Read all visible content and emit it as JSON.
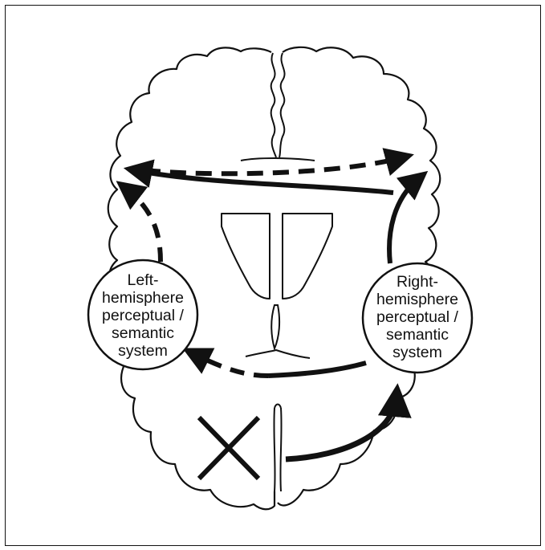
{
  "diagram": {
    "left_system": {
      "lines": [
        "Left-",
        "hemisphere",
        "perceptual /",
        "semantic",
        "system"
      ]
    },
    "right_system": {
      "lines": [
        "Right-",
        "hemisphere",
        "perceptual /",
        "semantic",
        "system"
      ]
    }
  },
  "colors": {
    "ink": "#111111",
    "background": "#ffffff"
  }
}
